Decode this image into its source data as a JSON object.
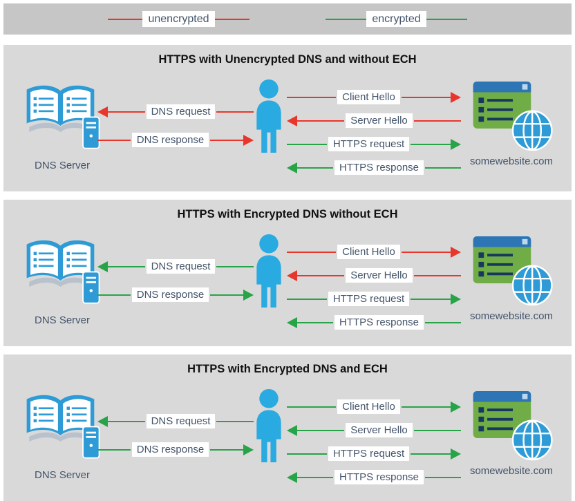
{
  "legend": {
    "items": [
      {
        "label": "unencrypted",
        "encrypted": false
      },
      {
        "label": "encrypted",
        "encrypted": true
      }
    ]
  },
  "colors": {
    "unencrypted": "#e8362c",
    "encrypted": "#27a348",
    "entity_blue": "#29abe2",
    "icon_blue": "#2e9bd6",
    "browser_green": "#70ad47",
    "header_blue": "#2e75b6",
    "list_dark": "#17375e",
    "label_text": "#44546a"
  },
  "panels": [
    {
      "title": "HTTPS with Unencrypted DNS and without ECH",
      "dns_server_label": "DNS Server",
      "website_label": "somewebsite.com",
      "dns_messages": [
        {
          "label": "DNS request",
          "direction": "left",
          "encrypted": false
        },
        {
          "label": "DNS response",
          "direction": "right",
          "encrypted": false
        }
      ],
      "tls_messages": [
        {
          "label": "Client Hello",
          "direction": "right",
          "encrypted": false
        },
        {
          "label": "Server Hello",
          "direction": "left",
          "encrypted": false
        },
        {
          "label": "HTTPS request",
          "direction": "right",
          "encrypted": true
        },
        {
          "label": "HTTPS response",
          "direction": "left",
          "encrypted": true
        }
      ]
    },
    {
      "title": "HTTPS with Encrypted DNS without ECH",
      "dns_server_label": "DNS Server",
      "website_label": "somewebsite.com",
      "dns_messages": [
        {
          "label": "DNS request",
          "direction": "left",
          "encrypted": true
        },
        {
          "label": "DNS response",
          "direction": "right",
          "encrypted": true
        }
      ],
      "tls_messages": [
        {
          "label": "Client Hello",
          "direction": "right",
          "encrypted": false
        },
        {
          "label": "Server Hello",
          "direction": "left",
          "encrypted": false
        },
        {
          "label": "HTTPS request",
          "direction": "right",
          "encrypted": true
        },
        {
          "label": "HTTPS response",
          "direction": "left",
          "encrypted": true
        }
      ]
    },
    {
      "title": "HTTPS with Encrypted DNS and ECH",
      "dns_server_label": "DNS Server",
      "website_label": "somewebsite.com",
      "dns_messages": [
        {
          "label": "DNS request",
          "direction": "left",
          "encrypted": true
        },
        {
          "label": "DNS response",
          "direction": "right",
          "encrypted": true
        }
      ],
      "tls_messages": [
        {
          "label": "Client Hello",
          "direction": "right",
          "encrypted": true
        },
        {
          "label": "Server Hello",
          "direction": "left",
          "encrypted": true
        },
        {
          "label": "HTTPS request",
          "direction": "right",
          "encrypted": true
        },
        {
          "label": "HTTPS response",
          "direction": "left",
          "encrypted": true
        }
      ]
    }
  ]
}
